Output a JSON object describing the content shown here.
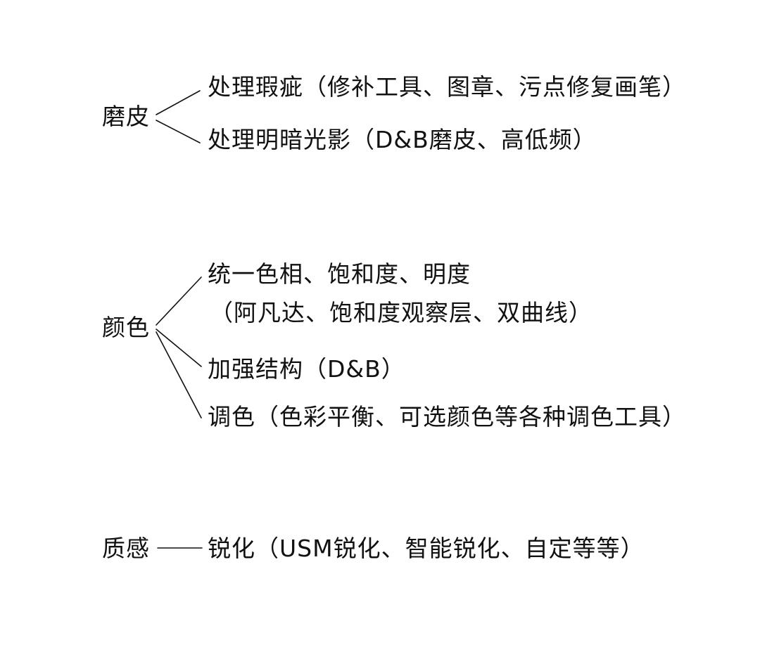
{
  "diagram": {
    "groups": [
      {
        "label": "磨皮",
        "items": [
          {
            "text": "处理瑕疵（修补工具、图章、污点修复画笔）"
          },
          {
            "text": "处理明暗光影（D&B磨皮、高低频）"
          }
        ]
      },
      {
        "label": "颜色",
        "items": [
          {
            "text": "统一色相、饱和度、明度",
            "continuation": "（阿凡达、饱和度观察层、双曲线）"
          },
          {
            "text": "加强结构（D&B）"
          },
          {
            "text": "调色（色彩平衡、可选颜色等各种调色工具）"
          }
        ]
      },
      {
        "label": "质感",
        "items": [
          {
            "text": "锐化（USM锐化、智能锐化、自定等等）"
          }
        ]
      }
    ]
  }
}
